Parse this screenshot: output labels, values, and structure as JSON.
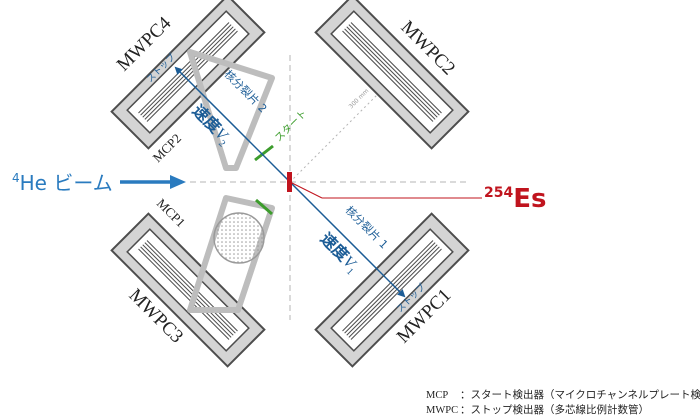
{
  "detectors": {
    "mwpc1": "MWPC1",
    "mwpc2": "MWPC2",
    "mwpc3": "MWPC3",
    "mwpc4": "MWPC4",
    "mcp1": "MCP1",
    "mcp2": "MCP2"
  },
  "beam": {
    "mass_number": "4",
    "label": "He ビーム"
  },
  "target": {
    "mass_number": "254",
    "symbol": "Es"
  },
  "fragments": {
    "fragment1": "核分裂片 1",
    "fragment2": "核分裂片 2",
    "speed_word": "速度",
    "v_symbol": "V",
    "v1_sub": "1",
    "v2_sub": "2"
  },
  "labels": {
    "start": "スタート",
    "stop_upper": "ストップ",
    "stop_lower": "ストップ",
    "distance": "300 mm"
  },
  "legend": {
    "mcp_key": "MCP",
    "mcp_desc": "：スタート検出器（マイクロチャンネルプレート検出器）",
    "mwpc_key": "MWPC",
    "mwpc_desc": "：ストップ検出器（多芯線比例計数管）"
  },
  "colors": {
    "frame": "#4d4d4d",
    "frame_fill": "#d4d4d4",
    "holder": "#bdbdbd",
    "arrow_blue": "#1b5c96",
    "beam_blue": "#2a7bbf",
    "target_red": "#c0141e",
    "start_green": "#3c9c2c",
    "dash_gray": "#9a9a9a"
  }
}
